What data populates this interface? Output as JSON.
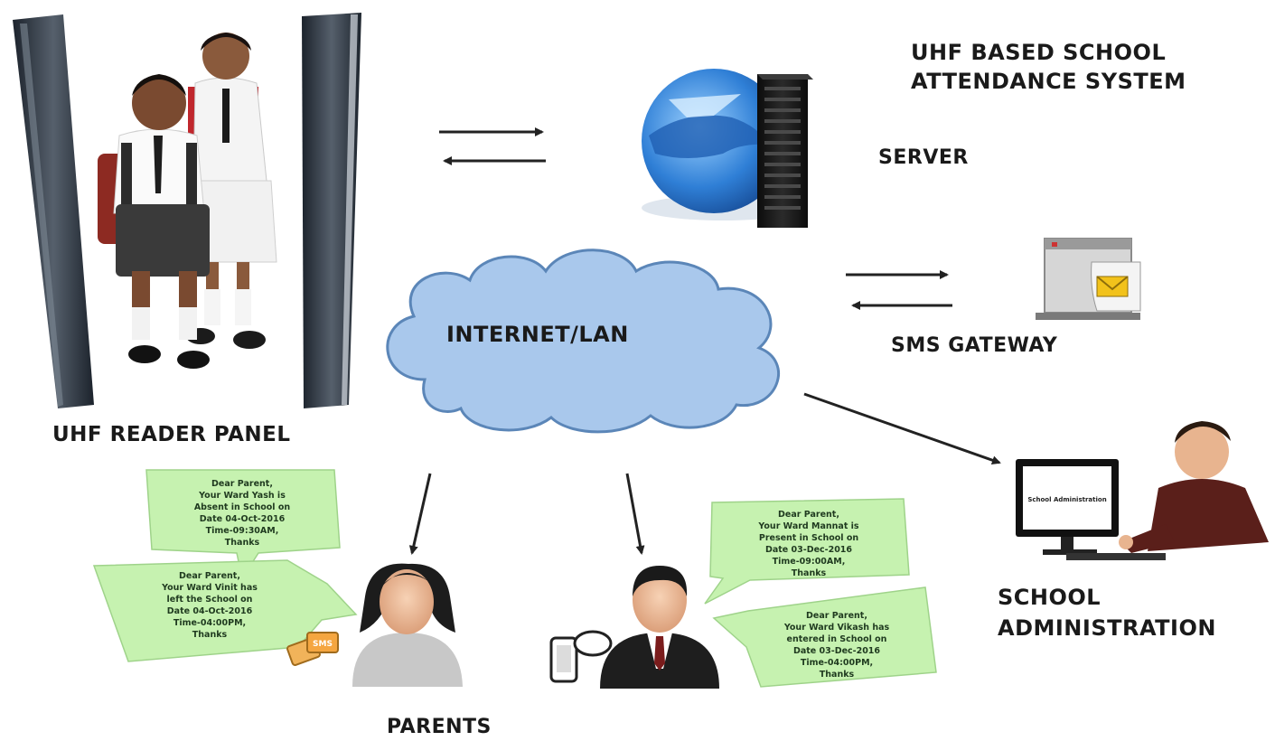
{
  "title": {
    "line1": "UHF BASED SCHOOL",
    "line2": "ATTENDANCE SYSTEM"
  },
  "nodes": {
    "server": "SERVER",
    "sms_gateway": "SMS GATEWAY",
    "network": "INTERNET/LAN",
    "reader_panel": "UHF READER PANEL",
    "school_admin_line1": "SCHOOL",
    "school_admin_line2": "ADMINISTRATION",
    "parents": "PARENTS"
  },
  "icons": {
    "server": "server-globe-icon",
    "sms_gateway": "sms-gateway-icon",
    "network": "cloud-icon",
    "reader_panel": "uhf-gate-icon",
    "students": "students-photo",
    "admin": "computer-user-icon",
    "parent_mother": "mother-avatar-icon",
    "parent_father": "father-avatar-icon",
    "sms_phone": "sms-phone-icon",
    "mobile_phone": "mobile-phone-icon"
  },
  "messages": {
    "mother_absent": [
      "Dear Parent,",
      "Your Ward Yash is",
      "Absent in School on",
      "Date 04-Oct-2016",
      "Time-09:30AM,",
      "Thanks"
    ],
    "mother_left": [
      "Dear Parent,",
      "Your Ward Vinit has",
      "left the School on",
      "Date 04-Oct-2016",
      "Time-04:00PM,",
      "Thanks"
    ],
    "father_present": [
      "Dear Parent,",
      "Your Ward Mannat is",
      "Present in School on",
      "Date 03-Dec-2016",
      "Time-09:00AM,",
      "Thanks"
    ],
    "father_entered": [
      "Dear Parent,",
      "Your Ward Vikash has",
      "entered in School on",
      "Date 03-Dec-2016",
      "Time-04:00PM,",
      "Thanks"
    ]
  },
  "admin_screen_text": "School Administration",
  "colors": {
    "cloud_fill": "#a9c8ec",
    "cloud_stroke": "#5b86b8",
    "bubble_fill": "#c6f2b0",
    "arrow": "#222222",
    "gate": "#2d3540"
  }
}
